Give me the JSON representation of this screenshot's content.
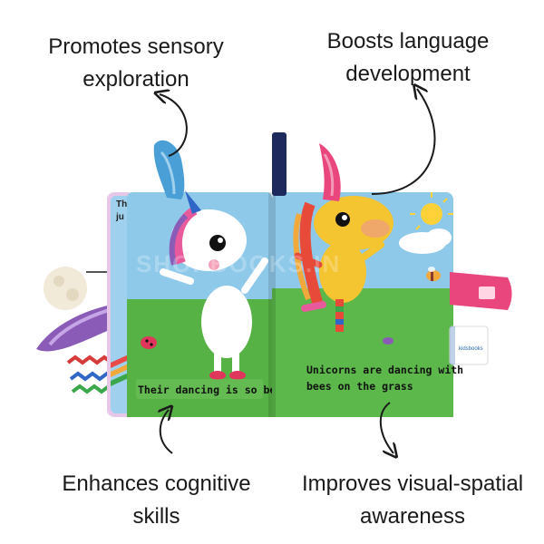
{
  "callouts": {
    "top_left": {
      "line1": "Promotes sensory",
      "line2": "exploration"
    },
    "top_right": {
      "line1": "Boosts language",
      "line2": "development"
    },
    "bottom_left": {
      "line1": "Enhances cognitive",
      "line2": "skills"
    },
    "bottom_right": {
      "line1": "Improves visual-spatial",
      "line2": "awareness"
    }
  },
  "book": {
    "left_caption": "Their dancing is so beautiful",
    "right_caption_line1": "Unicorns are dancing with",
    "right_caption_line2": "bees on the grass",
    "edge_text_1": "Th",
    "edge_text_2": "ju",
    "tag_brand": "kidsbooks",
    "watermark": "SHOPBOOKS.IN"
  },
  "colors": {
    "sky": "#8ec9ea",
    "grass": "#5cb84a",
    "ribbon_navy": "#1f2a5c",
    "tag_pink": "#e8467c"
  }
}
